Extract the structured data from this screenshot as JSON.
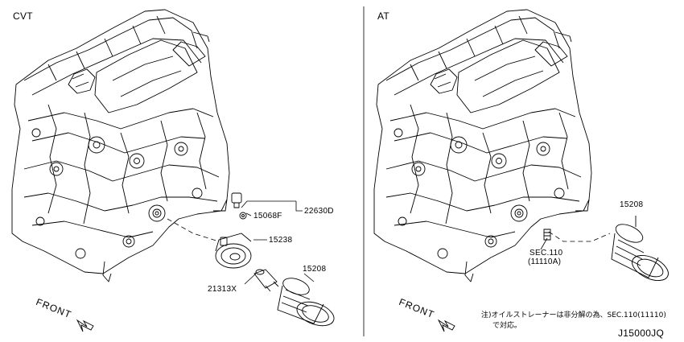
{
  "panels": {
    "left": {
      "label": "CVT"
    },
    "right": {
      "label": "AT"
    }
  },
  "parts": {
    "p22630D": "22630D",
    "p15068F": "15068F",
    "p15238": "15238",
    "p15208_left": "15208",
    "p21313X": "21313X",
    "p15208_right": "15208",
    "sec_ref": "SEC.110",
    "sec_ref_sub": "(11110A)"
  },
  "front_label_left": "FRONT",
  "front_label_right": "FRONT",
  "note": {
    "line1": "注)オイルストレーナーは非分解の為、SEC.110(11110)",
    "line2": "で対応。"
  },
  "diagram_code": "J15000JQ",
  "colors": {
    "line": "#000000",
    "background": "#ffffff"
  }
}
